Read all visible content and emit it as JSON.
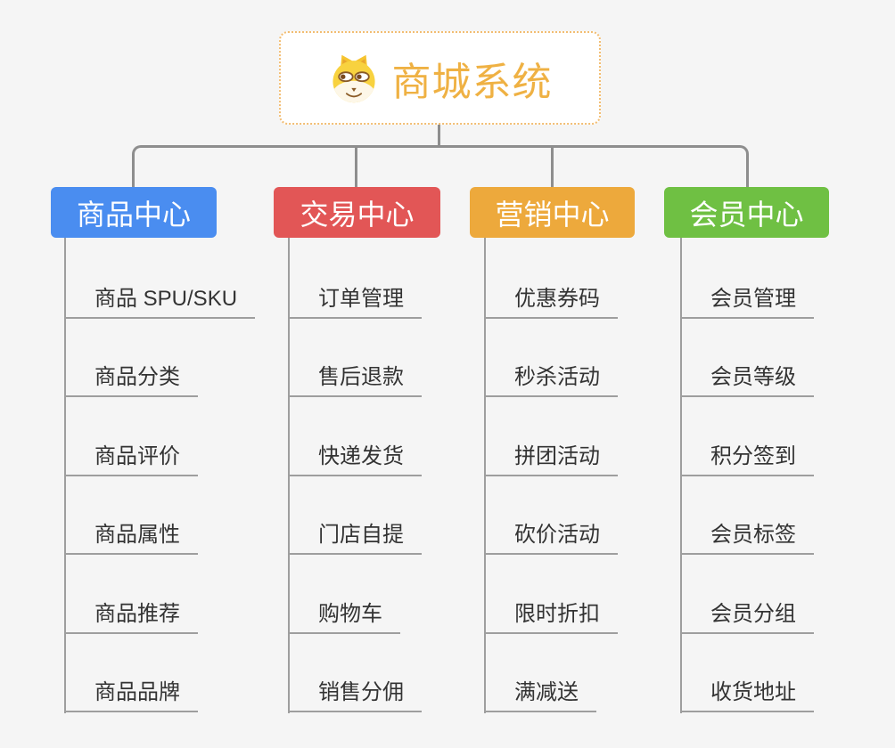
{
  "root": {
    "title": "商城系统",
    "icon": "dog-face-icon"
  },
  "colors": {
    "background": "#f5f5f5",
    "root_text": "#efb143",
    "root_border": "#f2bd72",
    "connector": "#8e8e8e",
    "item_text": "#333333"
  },
  "branches": [
    {
      "label": "商品中心",
      "color": "#4a8df0",
      "items": [
        "商品 SPU/SKU",
        "商品分类",
        "商品评价",
        "商品属性",
        "商品推荐",
        "商品品牌"
      ]
    },
    {
      "label": "交易中心",
      "color": "#e25656",
      "items": [
        "订单管理",
        "售后退款",
        "快递发货",
        "门店自提",
        "购物车",
        "销售分佣"
      ]
    },
    {
      "label": "营销中心",
      "color": "#eda93c",
      "items": [
        "优惠券码",
        "秒杀活动",
        "拼团活动",
        "砍价活动",
        "限时折扣",
        "满减送"
      ]
    },
    {
      "label": "会员中心",
      "color": "#6fc043",
      "items": [
        "会员管理",
        "会员等级",
        "积分签到",
        "会员标签",
        "会员分组",
        "收货地址"
      ]
    }
  ]
}
